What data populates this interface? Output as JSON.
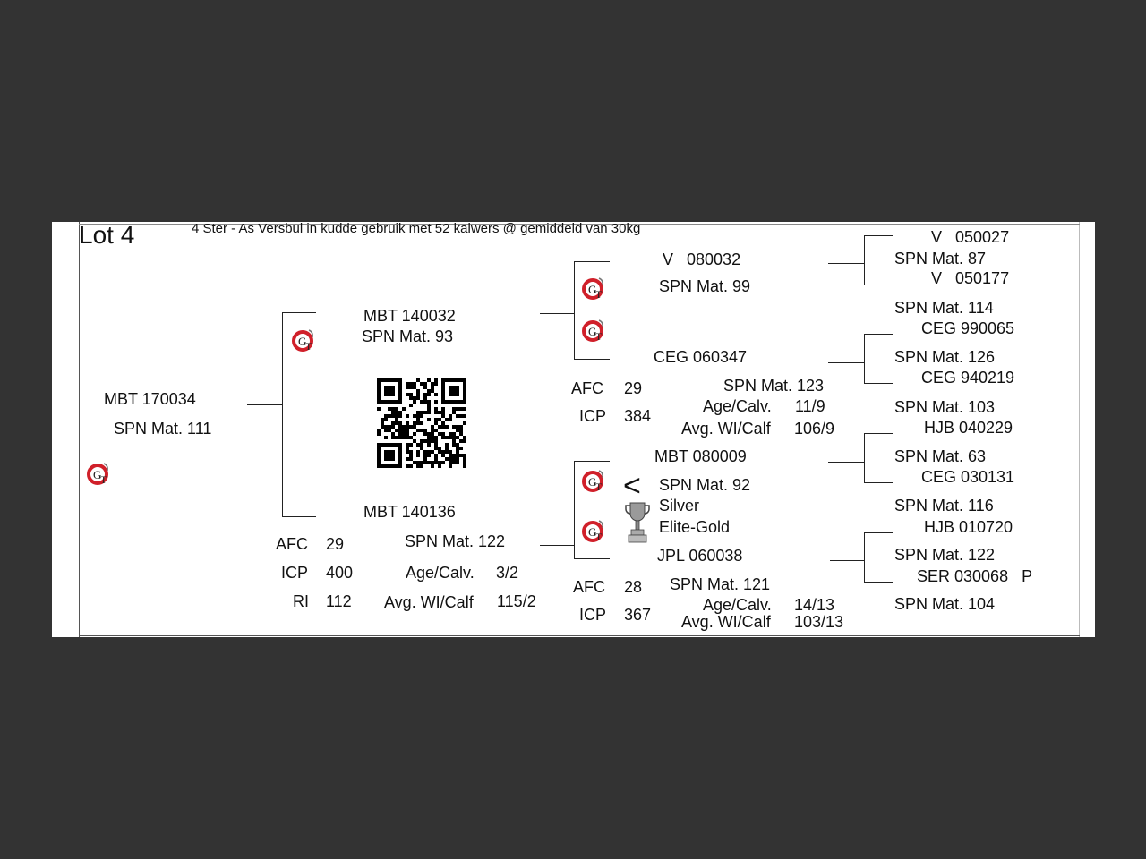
{
  "header": {
    "lot": "Lot 4",
    "note": "4 Ster - As Versbul in kudde gebruik met 52 kalwers @ gemiddeld van 30kg"
  },
  "subject": {
    "id": "MBT 170034",
    "mat": "SPN Mat. 111"
  },
  "sire": {
    "id": "MBT 140032",
    "mat": "SPN Mat. 93"
  },
  "dam": {
    "id": "MBT 140136",
    "mat": "SPN Mat. 122",
    "afc_label": "AFC",
    "afc": "29",
    "icp_label": "ICP",
    "icp": "400",
    "ri_label": "RI",
    "ri": "112",
    "age_label": "Age/Calv.",
    "age": "3/2",
    "wi_label": "Avg. WI/Calf",
    "wi": "115/2"
  },
  "gen3": {
    "ss_id": "V   080032",
    "ss_mat": "SPN Mat. 99",
    "sd_id": "CEG 060347",
    "sd_mat": "SPN Mat. 123",
    "sd_afc_label": "AFC",
    "sd_afc": "29",
    "sd_icp_label": "ICP",
    "sd_icp": "384",
    "sd_age_label": "Age/Calv.",
    "sd_age": "11/9",
    "sd_wi_label": "Avg. WI/Calf",
    "sd_wi": "106/9",
    "ds_id": "MBT 080009",
    "ds_mat": "SPN Mat. 92",
    "ds_award1": "Silver",
    "ds_award2": "Elite-Gold",
    "dd_id": "JPL 060038",
    "dd_mat": "SPN Mat. 121",
    "dd_afc_label": "AFC",
    "dd_afc": "28",
    "dd_icp_label": "ICP",
    "dd_icp": "367",
    "dd_age_label": "Age/Calv.",
    "dd_age": "14/13",
    "dd_wi_label": "Avg. WI/Calf",
    "dd_wi": "103/13"
  },
  "gen4": [
    {
      "id": "V   050027",
      "mat": "SPN Mat. 87"
    },
    {
      "id": "V   050177",
      "mat": "SPN Mat. 114"
    },
    {
      "id": "CEG 990065",
      "mat": "SPN Mat. 126"
    },
    {
      "id": "CEG 940219",
      "mat": "SPN Mat. 103"
    },
    {
      "id": "HJB 040229",
      "mat": "SPN Mat. 63"
    },
    {
      "id": "CEG 030131",
      "mat": "SPN Mat. 116"
    },
    {
      "id": "HJB 010720",
      "mat": "SPN Mat. 122"
    },
    {
      "id": "SER 030068   P",
      "mat": "SPN Mat. 104"
    }
  ],
  "icons": {
    "logo": "gt-logo",
    "qr": "qr-code",
    "trophy": "trophy-icon",
    "less_than": "<",
    "logo_red": "#d0202a"
  }
}
